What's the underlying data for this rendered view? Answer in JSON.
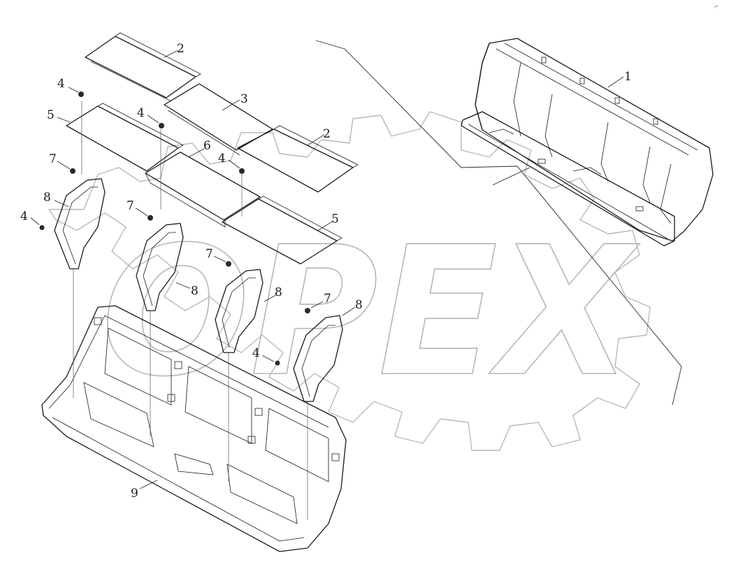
{
  "watermark": {
    "text": "OPEX"
  },
  "corner_mark": "r*",
  "callouts": [
    {
      "id": "c1",
      "label": "1"
    },
    {
      "id": "c2a",
      "label": "2"
    },
    {
      "id": "c2b",
      "label": "2"
    },
    {
      "id": "c3",
      "label": "3"
    },
    {
      "id": "c4a",
      "label": "4"
    },
    {
      "id": "c4b",
      "label": "4"
    },
    {
      "id": "c4c",
      "label": "4"
    },
    {
      "id": "c4d",
      "label": "4"
    },
    {
      "id": "c4e",
      "label": "4"
    },
    {
      "id": "c5a",
      "label": "5"
    },
    {
      "id": "c5b",
      "label": "5"
    },
    {
      "id": "c6",
      "label": "6"
    },
    {
      "id": "c7a",
      "label": "7"
    },
    {
      "id": "c7b",
      "label": "7"
    },
    {
      "id": "c7c",
      "label": "7"
    },
    {
      "id": "c7d",
      "label": "7"
    },
    {
      "id": "c8a",
      "label": "8"
    },
    {
      "id": "c8b",
      "label": "8"
    },
    {
      "id": "c8c",
      "label": "8"
    },
    {
      "id": "c8d",
      "label": "8"
    },
    {
      "id": "c9",
      "label": "9"
    }
  ]
}
